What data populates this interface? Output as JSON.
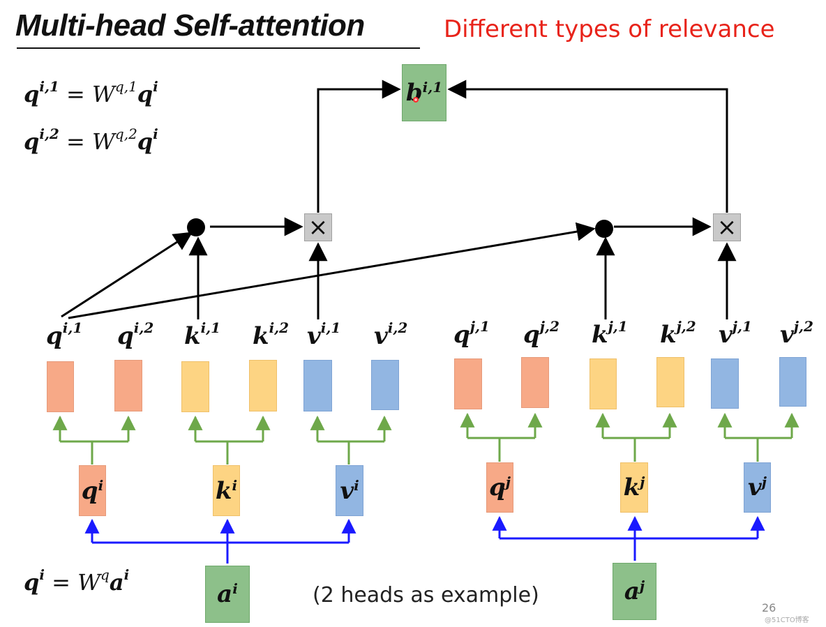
{
  "header": {
    "title": "Multi-head Self-attention",
    "subtitle": "Different types of relevance"
  },
  "equations": {
    "eq1": {
      "lhs": "q",
      "lhs_sup": "i,1",
      "eq": " = ",
      "w": "W",
      "w_sup": "q,1",
      "rhs": "q",
      "rhs_sup": "i"
    },
    "eq2": {
      "lhs": "q",
      "lhs_sup": "i,2",
      "eq": " = ",
      "w": "W",
      "w_sup": "q,2",
      "rhs": "q",
      "rhs_sup": "i"
    },
    "eq3": {
      "lhs": "q",
      "lhs_sup": "i",
      "eq": " = ",
      "w": "W",
      "w_sup": "q",
      "rhs": "a",
      "rhs_sup": "i"
    }
  },
  "output": {
    "base": "b",
    "sup": "i,1"
  },
  "heads_i": {
    "q1": {
      "base": "q",
      "sup": "i,1"
    },
    "q2": {
      "base": "q",
      "sup": "i,2"
    },
    "k1": {
      "base": "k",
      "sup": "i,1"
    },
    "k2": {
      "base": "k",
      "sup": "i,2"
    },
    "v1": {
      "base": "v",
      "sup": "i,1"
    },
    "v2": {
      "base": "v",
      "sup": "i,2"
    }
  },
  "heads_j": {
    "q1": {
      "base": "q",
      "sup": "j,1"
    },
    "q2": {
      "base": "q",
      "sup": "j,2"
    },
    "k1": {
      "base": "k",
      "sup": "j,1"
    },
    "k2": {
      "base": "k",
      "sup": "j,2"
    },
    "v1": {
      "base": "v",
      "sup": "j,1"
    },
    "v2": {
      "base": "v",
      "sup": "j,2"
    }
  },
  "qkv_i": {
    "q": {
      "base": "q",
      "sup": "i"
    },
    "k": {
      "base": "k",
      "sup": "i"
    },
    "v": {
      "base": "v",
      "sup": "i"
    }
  },
  "qkv_j": {
    "q": {
      "base": "q",
      "sup": "j"
    },
    "k": {
      "base": "k",
      "sup": "j"
    },
    "v": {
      "base": "v",
      "sup": "j"
    }
  },
  "inputs": {
    "ai": {
      "base": "a",
      "sup": "i"
    },
    "aj": {
      "base": "a",
      "sup": "j"
    }
  },
  "operators": {
    "multiply": "×"
  },
  "caption": "(2 heads as example)",
  "page_number": "26",
  "watermark": "@51CTO博客",
  "colors": {
    "title": "#111111",
    "subtitle": "#e8231a",
    "query": "#f7a987",
    "key": "#fdd483",
    "value": "#92b6e2",
    "output": "#8dc08a",
    "input": "#8dc08a",
    "split_lines": "#6ea84a",
    "input_lines": "#1a1aff",
    "attention_lines": "#000000"
  }
}
